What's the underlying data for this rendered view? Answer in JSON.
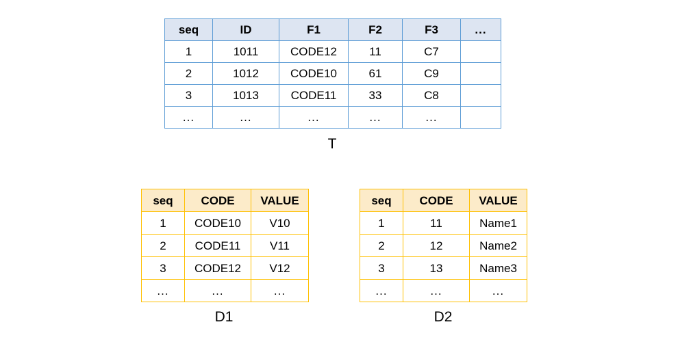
{
  "diagram": {
    "background_color": "#FFFFFF",
    "tables": [
      {
        "id": "T",
        "caption": "T",
        "theme": {
          "border_color": "#5B9BD5",
          "header_fill": "#DDE5F2",
          "body_fill": "#FFFFFF",
          "text_color": "#000000"
        },
        "columns": [
          "seq",
          "ID",
          "F1",
          "F2",
          "F3",
          "..."
        ],
        "rows": [
          [
            "1",
            "1011",
            "CODE12",
            "11",
            "C7",
            ""
          ],
          [
            "2",
            "1012",
            "CODE10",
            "61",
            "C9",
            ""
          ],
          [
            "3",
            "1013",
            "CODE11",
            "33",
            "C8",
            ""
          ],
          [
            "...",
            "...",
            "...",
            "...",
            "...",
            ""
          ]
        ]
      },
      {
        "id": "D1",
        "caption": "D1",
        "theme": {
          "border_color": "#FFC000",
          "header_fill": "#FCEBC9",
          "body_fill": "#FFFFFF",
          "text_color": "#000000"
        },
        "columns": [
          "seq",
          "CODE",
          "VALUE"
        ],
        "rows": [
          [
            "1",
            "CODE10",
            "V10"
          ],
          [
            "2",
            "CODE11",
            "V11"
          ],
          [
            "3",
            "CODE12",
            "V12"
          ],
          [
            "...",
            "...",
            "..."
          ]
        ]
      },
      {
        "id": "D2",
        "caption": "D2",
        "theme": {
          "border_color": "#FFC000",
          "header_fill": "#FCEBC9",
          "body_fill": "#FFFFFF",
          "text_color": "#000000"
        },
        "columns": [
          "seq",
          "CODE",
          "VALUE"
        ],
        "rows": [
          [
            "1",
            "11",
            "Name1"
          ],
          [
            "2",
            "12",
            "Name2"
          ],
          [
            "3",
            "13",
            "Name3"
          ],
          [
            "...",
            "...",
            "..."
          ]
        ]
      }
    ]
  }
}
